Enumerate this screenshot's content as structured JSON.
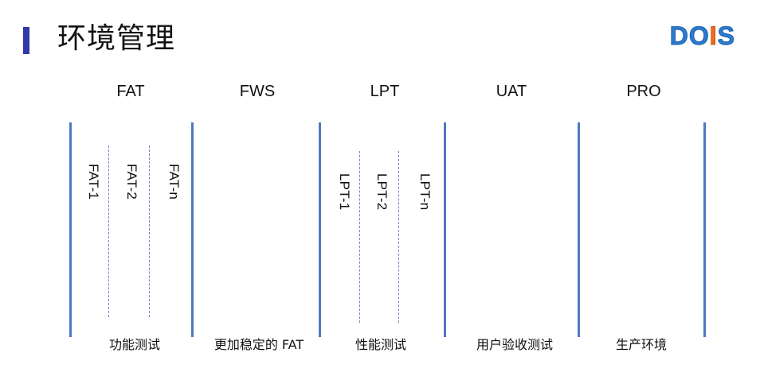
{
  "title": "环境管理",
  "logo": {
    "letters": [
      "D",
      "O",
      "I",
      "S"
    ],
    "colors": {
      "primary": "#2b7bd1",
      "accent": "#f26b1f"
    }
  },
  "environments": [
    {
      "name": "FAT",
      "description": "功能测试",
      "instances": [
        "FAT-1",
        "FAT-2",
        "FAT-n"
      ]
    },
    {
      "name": "FWS",
      "description": "更加稳定的 FAT",
      "instances": []
    },
    {
      "name": "LPT",
      "description": "性能测试",
      "instances": [
        "LPT-1",
        "LPT-2",
        "LPT-n"
      ]
    },
    {
      "name": "UAT",
      "description": "用户验收测试",
      "instances": []
    },
    {
      "name": "PRO",
      "description": "生产环境",
      "instances": []
    }
  ],
  "colors": {
    "title_bar": "#2f3aa8",
    "divider": "#4f79bf",
    "dashed": "#6d88c9"
  }
}
